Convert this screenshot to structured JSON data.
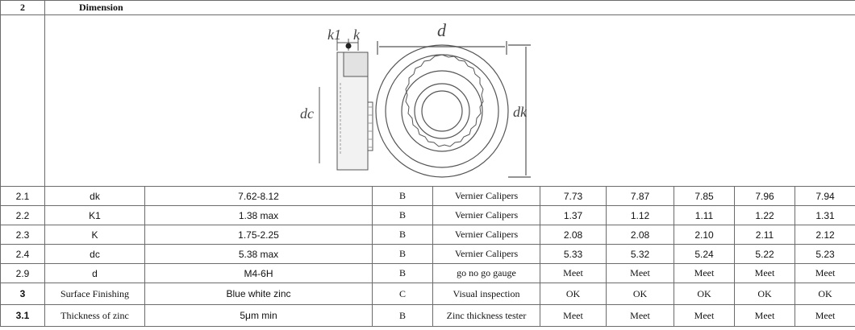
{
  "section": {
    "number": "2",
    "title": "Dimension"
  },
  "figure": {
    "label_k1": "k1",
    "label_k": "k",
    "label_d": "d",
    "label_dc": "dc",
    "label_dk": "dk"
  },
  "rows": [
    {
      "no": "2.1",
      "item": "dk",
      "spec": "7.62-8.12",
      "grade": "B",
      "method": "Vernier Calipers",
      "results": [
        "7.73",
        "7.87",
        "7.85",
        "7.96",
        "7.94"
      ]
    },
    {
      "no": "2.2",
      "item": "K1",
      "spec": "1.38 max",
      "grade": "B",
      "method": "Vernier Calipers",
      "results": [
        "1.37",
        "1.12",
        "1.11",
        "1.22",
        "1.31"
      ]
    },
    {
      "no": "2.3",
      "item": "K",
      "spec": "1.75-2.25",
      "grade": "B",
      "method": "Vernier Calipers",
      "results": [
        "2.08",
        "2.08",
        "2.10",
        "2.11",
        "2.12"
      ]
    },
    {
      "no": "2.4",
      "item": "dc",
      "spec": "5.38 max",
      "grade": "B",
      "method": "Vernier Calipers",
      "results": [
        "5.33",
        "5.32",
        "5.24",
        "5.22",
        "5.23"
      ]
    },
    {
      "no": "2.9",
      "item": "d",
      "spec": "M4-6H",
      "grade": "B",
      "method": "go no go gauge",
      "results": [
        "Meet",
        "Meet",
        "Meet",
        "Meet",
        "Meet"
      ]
    },
    {
      "no": "3",
      "item": "Surface Finishing",
      "spec": "Blue white zinc",
      "grade": "C",
      "method": "Visual inspection",
      "results": [
        "OK",
        "OK",
        "OK",
        "OK",
        "OK"
      ]
    },
    {
      "no": "3.1",
      "item": "Thickness of zinc",
      "spec": "5μm min",
      "grade": "B",
      "method": "Zinc thickness tester",
      "results": [
        "Meet",
        "Meet",
        "Meet",
        "Meet",
        "Meet"
      ]
    }
  ]
}
